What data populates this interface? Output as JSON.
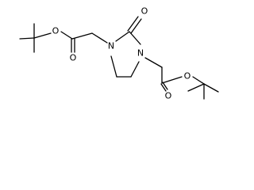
{
  "molecule": {
    "atom_labels": {
      "o_ester_left": "O",
      "o_carbonyl_left": "O",
      "n_left": "N",
      "o_ring_carbonyl": "O",
      "n_right": "N",
      "o_ester_right": "O",
      "o_carbonyl_right": "O"
    }
  },
  "colors": {
    "bond": "#000000",
    "label": "#000000",
    "background": "#ffffff"
  }
}
